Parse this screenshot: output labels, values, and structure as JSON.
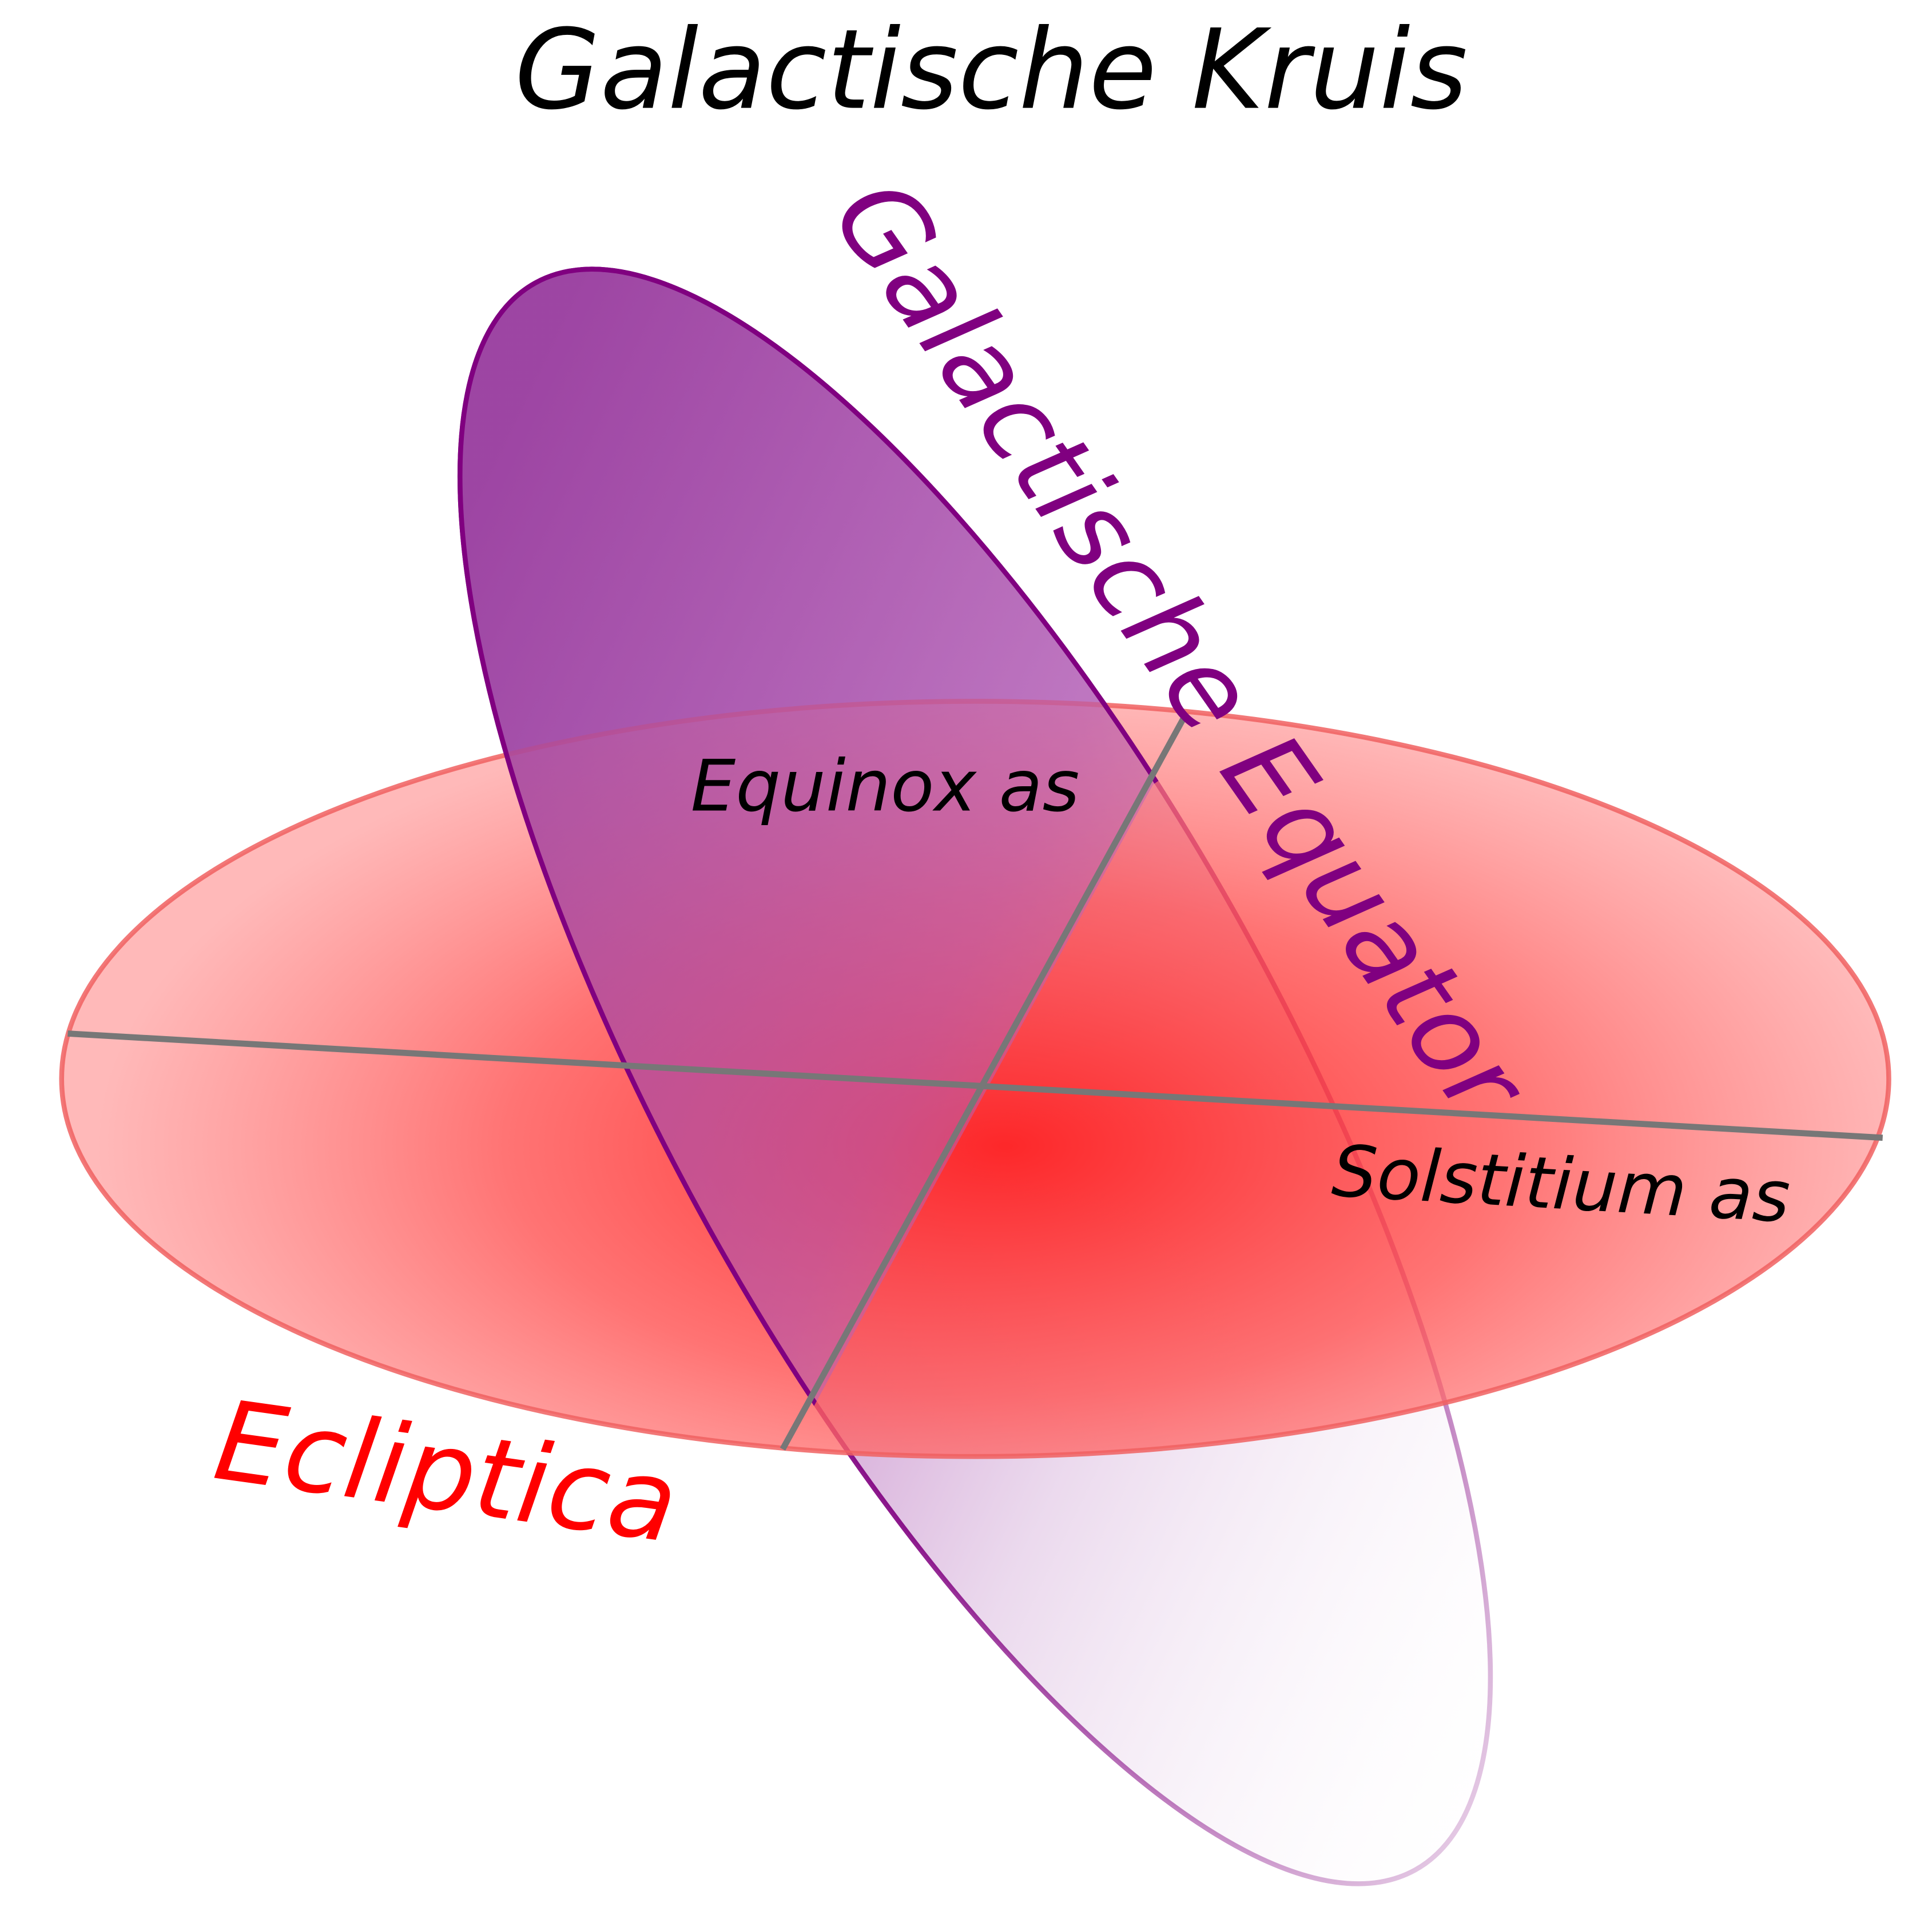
{
  "title": "Galactische Kruis",
  "planes": {
    "galactic": {
      "label": "Galactische Equator",
      "color": "#800080"
    },
    "ecliptic": {
      "label": "Ecliptica",
      "color": "#ff0000"
    }
  },
  "axes": {
    "equinox": {
      "label": "Equinox as",
      "color": "#777777"
    },
    "solstice": {
      "label": "Solstitium as",
      "color": "#777777"
    }
  },
  "text_color": "#000000"
}
